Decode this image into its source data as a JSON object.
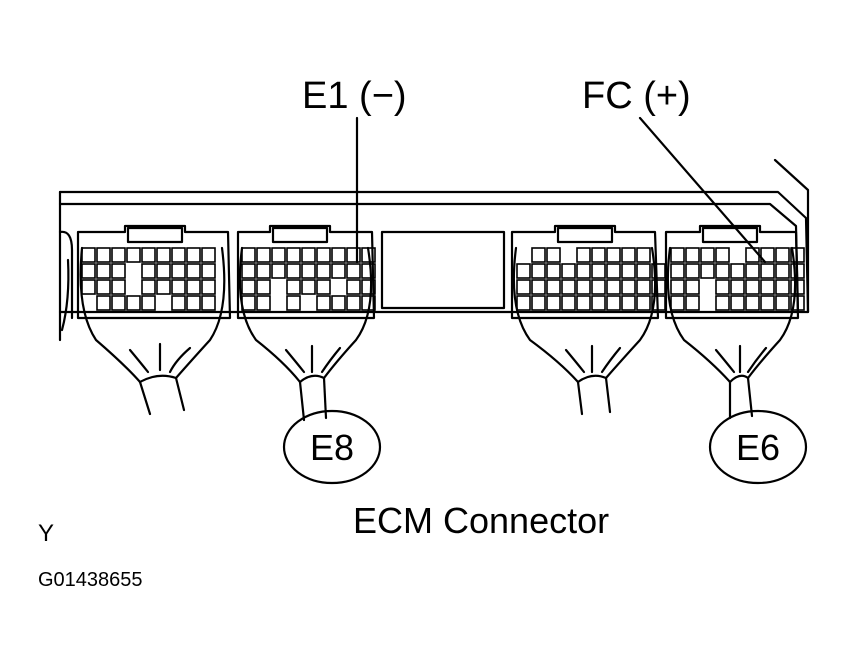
{
  "labels": {
    "e1": "E1 (−)",
    "fc": "FC (+)",
    "e8": "E8",
    "e6": "E6",
    "caption": "ECM Connector",
    "corner": "Y",
    "figure_id": "G01438655"
  },
  "colors": {
    "ink": "#000000",
    "paper": "#ffffff"
  }
}
